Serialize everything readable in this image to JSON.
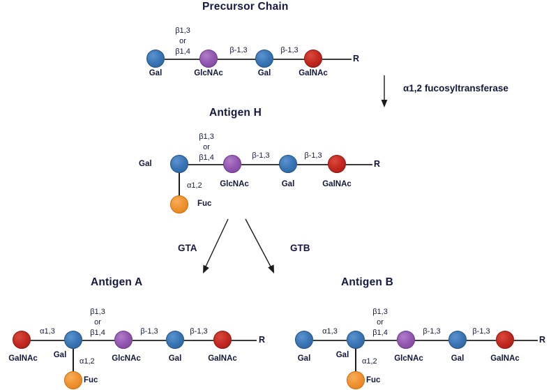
{
  "figure": {
    "background": "#ffffff",
    "palette": {
      "gal": "#3a76b6",
      "glcnac": "#9457b2",
      "galnac": "#c32920",
      "fuc": "#f0922f",
      "text": "#12163a",
      "bond": "#3b3b3b"
    }
  },
  "panels": {
    "precursor": {
      "title": "Precursor Chain",
      "residues": [
        {
          "name": "Gal",
          "color": "blue"
        },
        {
          "name": "GlcNAc",
          "color": "purple"
        },
        {
          "name": "Gal",
          "color": "blue"
        },
        {
          "name": "GalNAc",
          "color": "red"
        }
      ],
      "linkages": [
        "β1,3",
        "or",
        "β1,4",
        "β-1,3",
        "β-1,3"
      ],
      "linkage_1_line1": "β1,3",
      "linkage_1_line2": "or",
      "linkage_1_line3": "β1,4",
      "linkage_2": "β-1,3",
      "linkage_3": "β-1,3",
      "terminus": "R"
    },
    "antigen_h": {
      "title": "Antigen H",
      "residues": [
        {
          "name": "Gal",
          "color": "blue"
        },
        {
          "name": "GlcNAc",
          "color": "purple"
        },
        {
          "name": "Gal",
          "color": "blue"
        },
        {
          "name": "GalNAc",
          "color": "red"
        }
      ],
      "branch": {
        "name": "Fuc",
        "color": "orange",
        "linkage": "α1,2"
      },
      "linkage_1_line1": "β1,3",
      "linkage_1_line2": "or",
      "linkage_1_line3": "β1,4",
      "linkage_2": "β-1,3",
      "linkage_3": "β-1,3",
      "terminus": "R"
    },
    "antigen_a": {
      "title": "Antigen A",
      "residues": [
        {
          "name": "GalNAc",
          "color": "red"
        },
        {
          "name": "Gal",
          "color": "blue"
        },
        {
          "name": "GlcNAc",
          "color": "purple"
        },
        {
          "name": "Gal",
          "color": "blue"
        },
        {
          "name": "GalNAc",
          "color": "red"
        }
      ],
      "branch": {
        "name": "Fuc",
        "color": "orange",
        "linkage": "α1,2"
      },
      "linkage_0": "α1,3",
      "linkage_1_line1": "β1,3",
      "linkage_1_line2": "or",
      "linkage_1_line3": "β1,4",
      "linkage_2": "β-1,3",
      "linkage_3": "β-1,3",
      "terminus": "R"
    },
    "antigen_b": {
      "title": "Antigen B",
      "residues": [
        {
          "name": "Gal",
          "color": "blue"
        },
        {
          "name": "Gal",
          "color": "blue"
        },
        {
          "name": "GlcNAc",
          "color": "purple"
        },
        {
          "name": "Gal",
          "color": "blue"
        },
        {
          "name": "GalNAc",
          "color": "red"
        }
      ],
      "branch": {
        "name": "Fuc",
        "color": "orange",
        "linkage": "α1,2"
      },
      "linkage_0": "α1,3",
      "linkage_1_line1": "β1,3",
      "linkage_1_line2": "or",
      "linkage_1_line3": "β1,4",
      "linkage_2": "β-1,3",
      "linkage_3": "β-1,3",
      "terminus": "R"
    }
  },
  "enzymes": {
    "fucosyltransferase": "α1,2 fucosyltransferase",
    "gta": "GTA",
    "gtb": "GTB"
  }
}
